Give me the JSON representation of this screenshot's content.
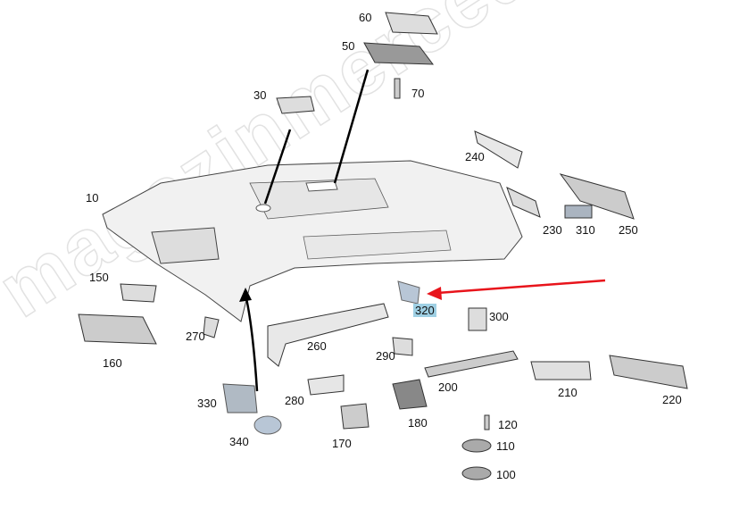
{
  "watermark": "magazinmercedes.ru",
  "highlight_color": "#9fd0e4",
  "arrow_color": "#e8141b",
  "selected_part": "320",
  "labels": {
    "p60": "60",
    "p50": "50",
    "p70": "70",
    "p30": "30",
    "p240": "240",
    "p10": "10",
    "p250": "250",
    "p310": "310",
    "p230": "230",
    "p150": "150",
    "p320": "320",
    "p300": "300",
    "p270": "270",
    "p260": "260",
    "p160": "160",
    "p290": "290",
    "p200": "200",
    "p210": "210",
    "p220": "220",
    "p330": "330",
    "p280": "280",
    "p180": "180",
    "p120": "120",
    "p340": "340",
    "p170": "170",
    "p110": "110",
    "p100": "100"
  }
}
